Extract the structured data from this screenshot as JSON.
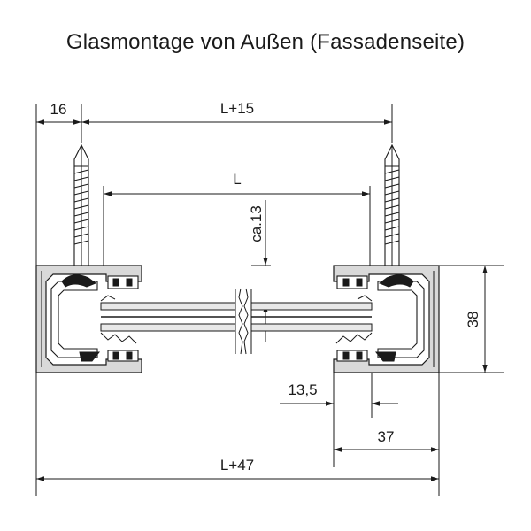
{
  "title": "Glasmontage von Außen (Fassadenseite)",
  "dimensions": {
    "d16": "16",
    "l15": "L+15",
    "l": "L",
    "ca13": "ca.13",
    "d38": "38",
    "d13_5": "13,5",
    "d37": "37",
    "l47": "L+47"
  }
}
